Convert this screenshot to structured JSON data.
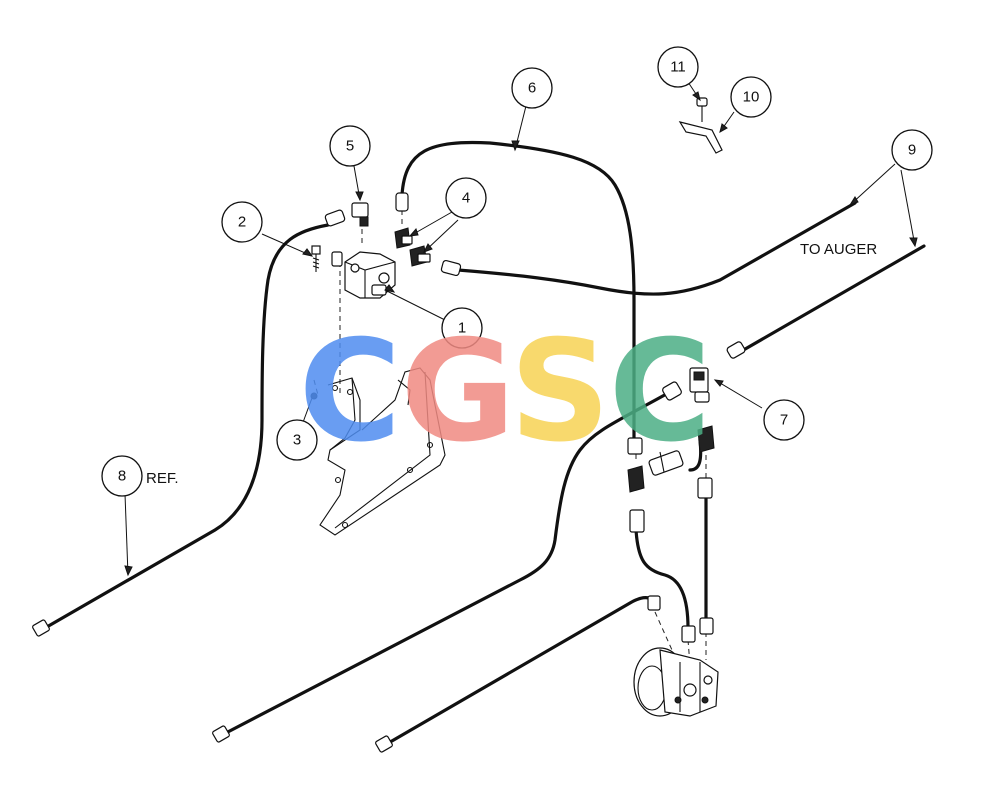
{
  "callouts": [
    {
      "num": "1"
    },
    {
      "num": "2"
    },
    {
      "num": "3"
    },
    {
      "num": "4"
    },
    {
      "num": "5"
    },
    {
      "num": "6"
    },
    {
      "num": "7"
    },
    {
      "num": "8"
    },
    {
      "num": "9"
    },
    {
      "num": "10"
    },
    {
      "num": "11"
    }
  ],
  "labels": {
    "ref": "REF.",
    "to_auger": "TO AUGER"
  },
  "watermark": {
    "letters": [
      "C",
      "G",
      "S",
      "C"
    ],
    "colors": [
      "#4f8df0",
      "#f08a82",
      "#f7d354",
      "#4caf85"
    ]
  }
}
